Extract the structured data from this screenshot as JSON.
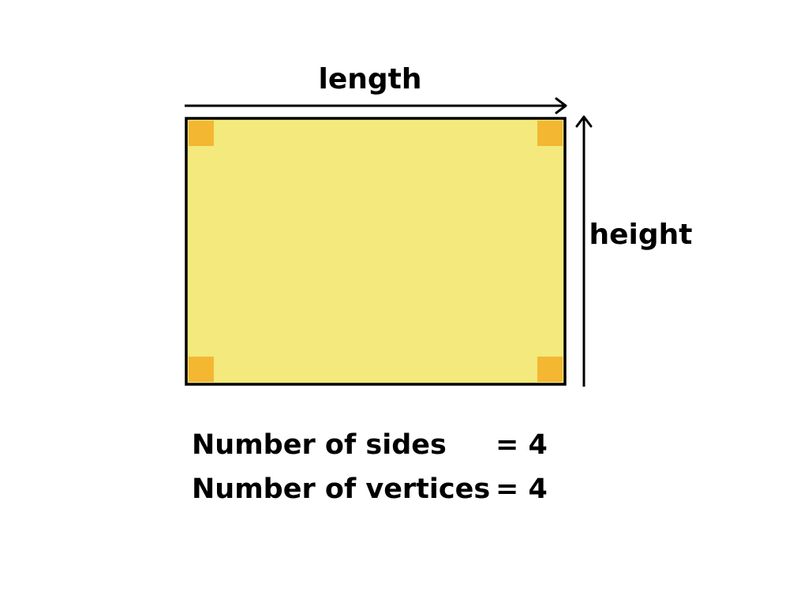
{
  "labels": {
    "length": "length",
    "height": "height"
  },
  "facts": [
    {
      "label": "Number of sides",
      "value": "= 4"
    },
    {
      "label": "Number of vertices",
      "value": "= 4"
    }
  ],
  "colors": {
    "rectangle_fill": "#f3e97c",
    "corner_marker": "#f3b732",
    "stroke": "#000000"
  }
}
